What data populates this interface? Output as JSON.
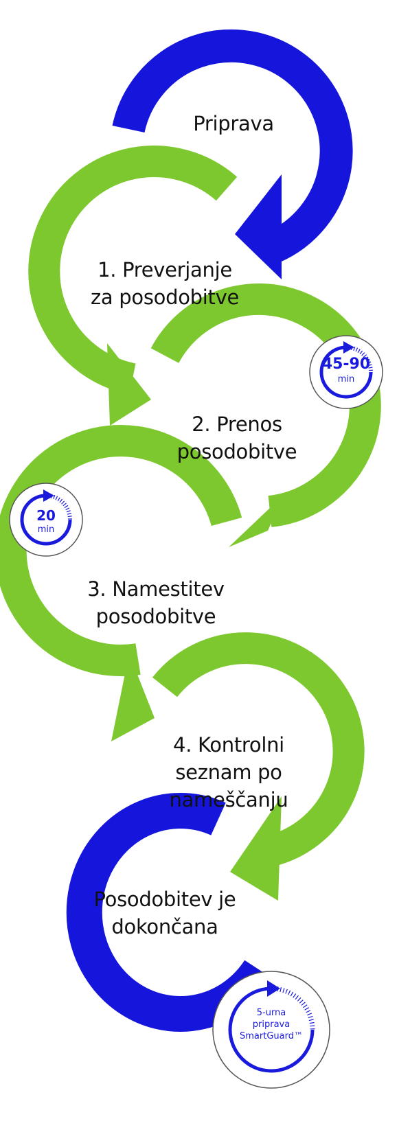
{
  "colors": {
    "blue": "#1515dc",
    "green": "#7ec82f",
    "text": "#111111",
    "badge_blue": "#1a1adc"
  },
  "steps": {
    "prep": {
      "line1": "Priprava"
    },
    "step1": {
      "line1": "1. Preverjanje",
      "line2": "za posodobitve"
    },
    "step2": {
      "line1": "2. Prenos",
      "line2": "posodobitve"
    },
    "step3": {
      "line1": "3. Namestitev",
      "line2": "posodobitve"
    },
    "step4": {
      "line1": "4. Kontrolni",
      "line2": "seznam po",
      "line3": "nameščanju"
    },
    "done": {
      "line1": "Posodobitev je",
      "line2": "dokončana"
    }
  },
  "timers": {
    "download": {
      "value": "45-90",
      "unit": "min",
      "icon": "stopwatch-icon"
    },
    "install": {
      "value": "20",
      "unit": "min",
      "icon": "stopwatch-icon"
    }
  },
  "smartguard": {
    "line1": "5-urna",
    "line2": "priprava",
    "line3": "SmartGuard™",
    "icon": "stopwatch-icon"
  }
}
